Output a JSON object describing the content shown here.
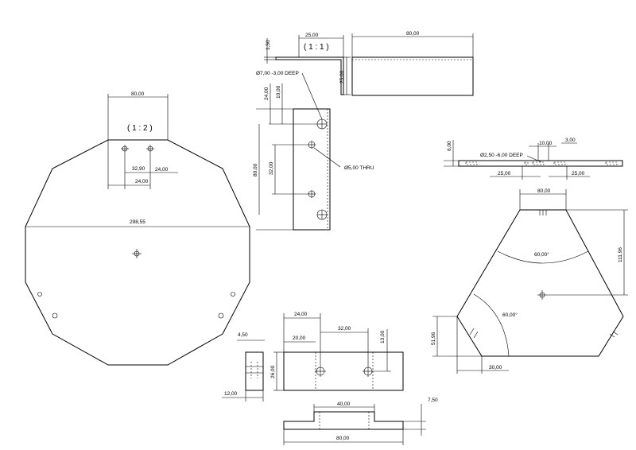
{
  "left_view": {
    "scale": "( 1 : 2 )",
    "dims": {
      "top_width": "80,00",
      "diameter": "298,55",
      "hole_spacing": "32,90",
      "offset_a": "24,00",
      "offset_b": "24,00"
    }
  },
  "bracket_side": {
    "scale": "( 1 : 1 )",
    "dims": {
      "thickness": "1,50",
      "flange_width": "25,00",
      "flange_height": "25,00"
    }
  },
  "bracket_top": {
    "dims": {
      "length": "80,00"
    }
  },
  "bracket_front": {
    "dims": {
      "top_offset": "24,00",
      "hole_offset": "10,00",
      "length": "80,00",
      "hole_pitch": "32,00"
    },
    "notes": {
      "cbore": "Ø7,00 -3,00 DEEP",
      "thru": "Ø5,00 THRU"
    }
  },
  "right_strip": {
    "dims": {
      "height": "6,00",
      "spacing": "10,00",
      "small": "3,00",
      "left_width": "25,00",
      "right_width": "25,00"
    },
    "note": "Ø2,50 -6,00 DEEP"
  },
  "right_view": {
    "dims": {
      "top_width": "80,00",
      "height": "111,96",
      "angle_top": "60,00°",
      "angle_right": "60,00°",
      "side_height": "51,96",
      "bottom_offset": "30,00"
    }
  },
  "bottom_view": {
    "dims": {
      "width_24": "24,00",
      "thickness": "4,50",
      "width_20": "20,00",
      "pitch": "32,00",
      "hole_up": "13,00",
      "height": "26,00",
      "side_width": "12,00",
      "rib": "40,00",
      "length": "80,00",
      "lip": "7,50"
    }
  }
}
